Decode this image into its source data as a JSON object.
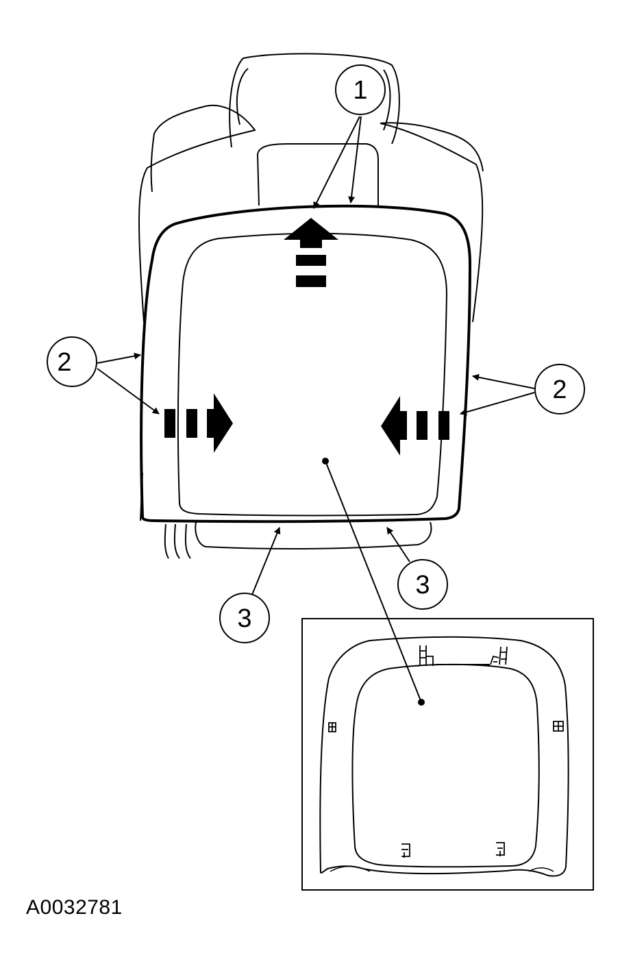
{
  "callouts": [
    {
      "id": "callout-1",
      "label": "1"
    },
    {
      "id": "callout-2-left",
      "label": "2"
    },
    {
      "id": "callout-2-right",
      "label": "2"
    },
    {
      "id": "callout-3-right",
      "label": "3"
    },
    {
      "id": "callout-3-left",
      "label": "3"
    }
  ],
  "figure_id": "A0032781",
  "colors": {
    "line": "#000000",
    "background": "#ffffff"
  }
}
